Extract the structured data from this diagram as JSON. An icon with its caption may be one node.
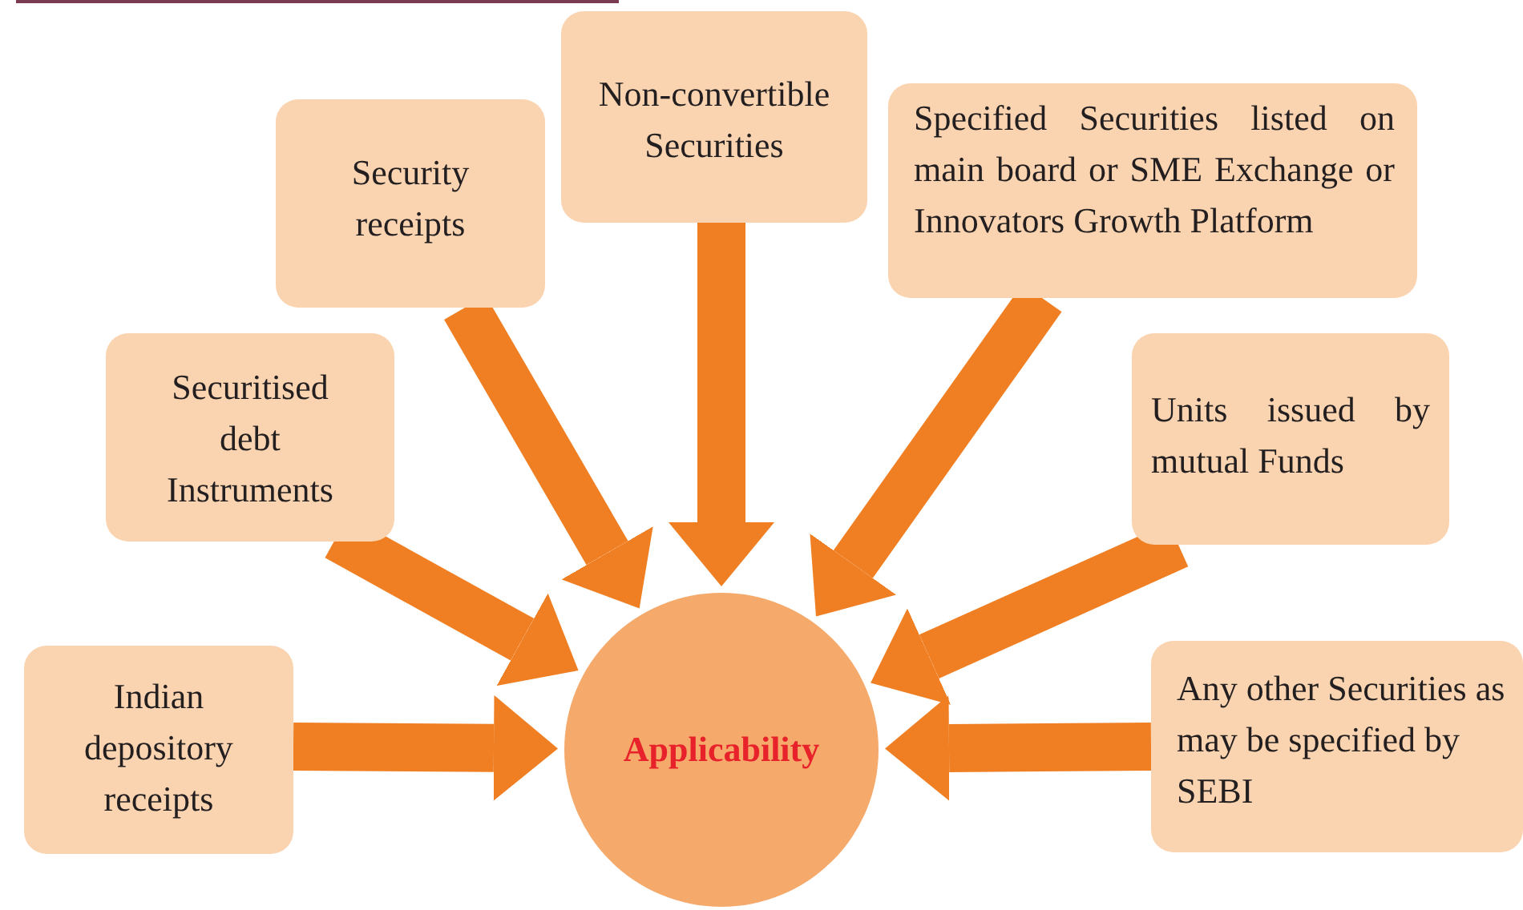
{
  "diagram": {
    "nodes": [
      {
        "text": [
          "Non-convertible Securities"
        ]
      },
      {
        "text": [
          "Specified Securities listed on main board or SME Exchange or Innovators Growth Platform"
        ]
      },
      {
        "text": [
          "Security receipts"
        ]
      },
      {
        "text": [
          "Securitised debt Instruments"
        ]
      },
      {
        "text": [
          "Units issued by mutual Funds"
        ]
      },
      {
        "text": [
          "Applicability"
        ]
      },
      {
        "text": [
          "Indian depository receipts"
        ]
      },
      {
        "text": [
          "Any other Securities as may be specified by SEBI"
        ]
      }
    ],
    "edges": [
      {
        "from": 0,
        "to": 5,
        "arrow": "to"
      },
      {
        "from": 1,
        "to": 5,
        "arrow": "to"
      },
      {
        "from": 2,
        "to": 5,
        "arrow": "to"
      },
      {
        "from": 3,
        "to": 5,
        "arrow": "to"
      },
      {
        "from": 4,
        "to": 5,
        "arrow": "to"
      },
      {
        "from": 6,
        "to": 5,
        "arrow": "to"
      },
      {
        "from": 7,
        "to": 5,
        "arrow": "to"
      }
    ]
  }
}
